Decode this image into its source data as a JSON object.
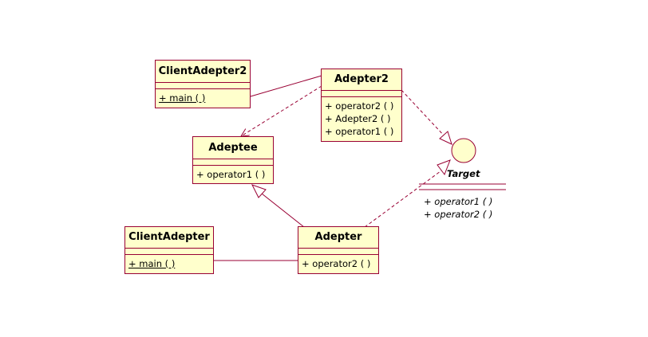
{
  "classes": {
    "client_adepter2": {
      "name": "ClientAdepter2",
      "operations": [
        "+ main ( )"
      ]
    },
    "adepter2": {
      "name": "Adepter2",
      "operations": [
        "+ operator2 ( )",
        "+ Adepter2 ( )",
        "+ operator1 ( )"
      ]
    },
    "adeptee": {
      "name": "Adeptee",
      "operations": [
        "+ operator1 ( )"
      ]
    },
    "client_adepter": {
      "name": "ClientAdepter",
      "operations": [
        "+ main ( )"
      ]
    },
    "adepter": {
      "name": "Adepter",
      "operations": [
        "+ operator2 ( )"
      ]
    }
  },
  "interface": {
    "name": "Target",
    "operations": [
      "+ operator1 ( )",
      "+ operator2 ( )"
    ]
  },
  "colors": {
    "class_fill": "#ffffcc",
    "line": "#990033",
    "text": "#000000"
  }
}
